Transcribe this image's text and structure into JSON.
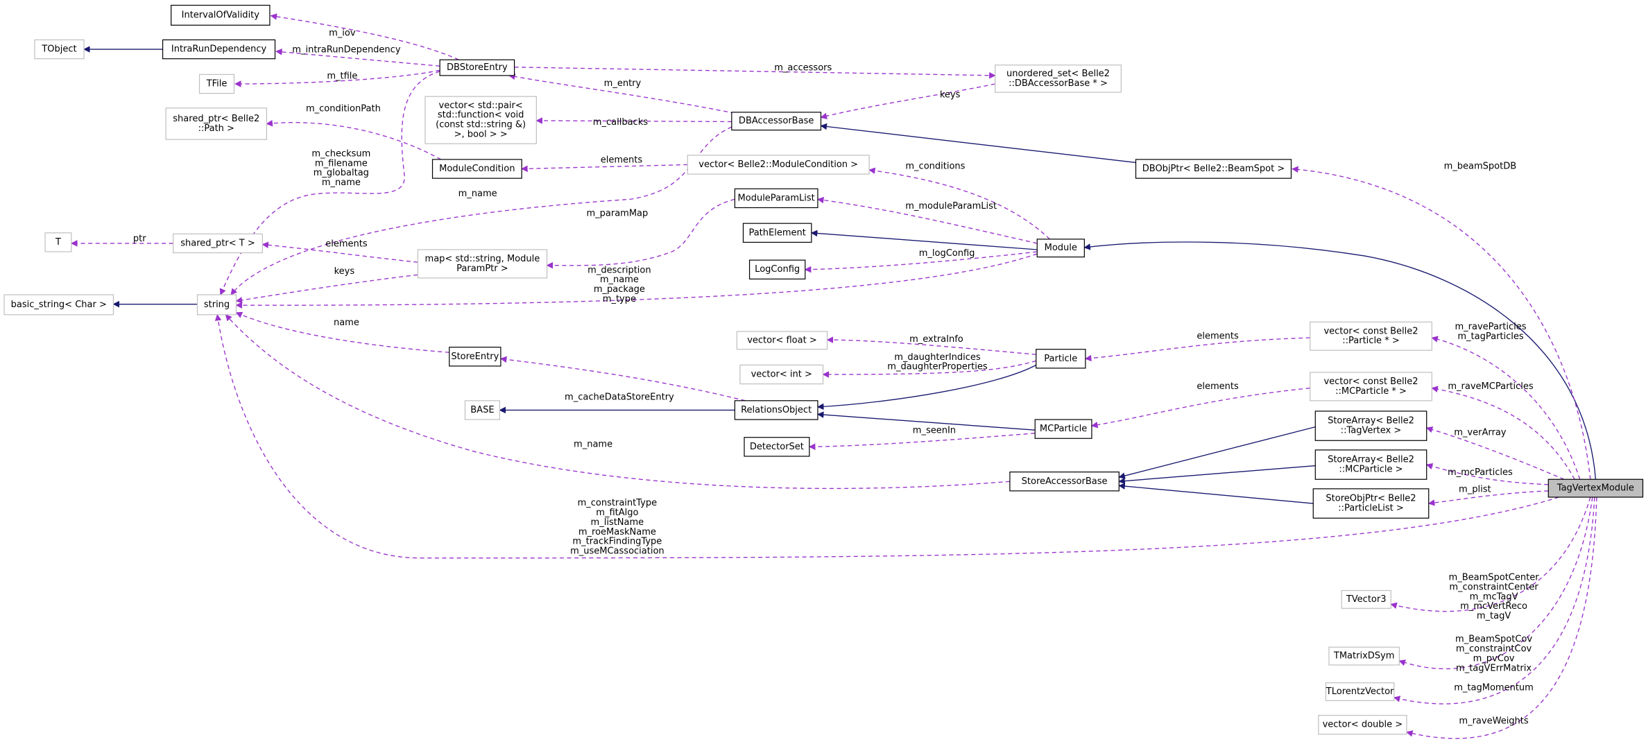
{
  "colors": {
    "usage_edge": "#9a32cd",
    "inheritance_edge": "#191970",
    "selected_fill": "#bfbfbf",
    "undocumented_border": "#bfbfbf"
  },
  "selected_node": "TagVertexModule",
  "nodes": [
    {
      "id": "IntervalOfValidity",
      "lines": [
        "IntervalOfValidity"
      ],
      "documented": true
    },
    {
      "id": "TObject",
      "lines": [
        "TObject"
      ],
      "documented": false
    },
    {
      "id": "IntraRunDependency",
      "lines": [
        "IntraRunDependency"
      ],
      "documented": true
    },
    {
      "id": "TFile",
      "lines": [
        "TFile"
      ],
      "documented": false
    },
    {
      "id": "DBStoreEntry",
      "lines": [
        "DBStoreEntry"
      ],
      "documented": true
    },
    {
      "id": "SharedPtrPath",
      "lines": [
        "shared_ptr< Belle2",
        "::Path >"
      ],
      "documented": false
    },
    {
      "id": "VectorPair",
      "lines": [
        "vector< std::pair<",
        " std::function< void",
        "(const std::string &)",
        ">, bool > >"
      ],
      "documented": false
    },
    {
      "id": "UnorderedSet",
      "lines": [
        "unordered_set< Belle2",
        "::DBAccessorBase * >"
      ],
      "documented": false
    },
    {
      "id": "DBAccessorBase",
      "lines": [
        "DBAccessorBase"
      ],
      "documented": true
    },
    {
      "id": "ModuleCondition",
      "lines": [
        "ModuleCondition"
      ],
      "documented": true
    },
    {
      "id": "VectorModuleCondition",
      "lines": [
        "vector< Belle2::ModuleCondition >"
      ],
      "documented": false
    },
    {
      "id": "DBObjPtrBeamSpot",
      "lines": [
        "DBObjPtr< Belle2::BeamSpot >"
      ],
      "documented": true
    },
    {
      "id": "ModuleParamList",
      "lines": [
        "ModuleParamList"
      ],
      "documented": true
    },
    {
      "id": "PathElement",
      "lines": [
        "PathElement"
      ],
      "documented": true
    },
    {
      "id": "T",
      "lines": [
        "T"
      ],
      "documented": false
    },
    {
      "id": "SharedPtrT",
      "lines": [
        "shared_ptr< T >"
      ],
      "documented": false
    },
    {
      "id": "MapModuleParam",
      "lines": [
        "map< std::string, Module",
        "ParamPtr >"
      ],
      "documented": false
    },
    {
      "id": "LogConfig",
      "lines": [
        "LogConfig"
      ],
      "documented": true
    },
    {
      "id": "Module",
      "lines": [
        "Module"
      ],
      "documented": true
    },
    {
      "id": "BasicString",
      "lines": [
        "basic_string< Char >"
      ],
      "documented": false
    },
    {
      "id": "String",
      "lines": [
        "string"
      ],
      "documented": false
    },
    {
      "id": "VectorFloat",
      "lines": [
        "vector< float >"
      ],
      "documented": false
    },
    {
      "id": "VectorInt",
      "lines": [
        "vector< int >"
      ],
      "documented": false
    },
    {
      "id": "Particle",
      "lines": [
        "Particle"
      ],
      "documented": true
    },
    {
      "id": "VectorConstParticle",
      "lines": [
        "vector< const Belle2",
        "::Particle * >"
      ],
      "documented": false
    },
    {
      "id": "StoreEntry",
      "lines": [
        "StoreEntry"
      ],
      "documented": true
    },
    {
      "id": "BASE",
      "lines": [
        "BASE"
      ],
      "documented": false
    },
    {
      "id": "RelationsObject",
      "lines": [
        "RelationsObject"
      ],
      "documented": true
    },
    {
      "id": "VectorConstMCParticle",
      "lines": [
        "vector< const Belle2",
        "::MCParticle * >"
      ],
      "documented": false
    },
    {
      "id": "MCParticle",
      "lines": [
        "MCParticle"
      ],
      "documented": true
    },
    {
      "id": "DetectorSet",
      "lines": [
        "DetectorSet"
      ],
      "documented": true
    },
    {
      "id": "StoreArrayTagVertex",
      "lines": [
        "StoreArray< Belle2",
        "::TagVertex >"
      ],
      "documented": true
    },
    {
      "id": "StoreArrayMCParticle",
      "lines": [
        "StoreArray< Belle2",
        "::MCParticle >"
      ],
      "documented": true
    },
    {
      "id": "StoreAccessorBase",
      "lines": [
        "StoreAccessorBase"
      ],
      "documented": true
    },
    {
      "id": "StoreObjPtrParticleList",
      "lines": [
        "StoreObjPtr< Belle2",
        "::ParticleList >"
      ],
      "documented": true
    },
    {
      "id": "TagVertexModule",
      "lines": [
        "TagVertexModule"
      ],
      "documented": true
    },
    {
      "id": "TVector3",
      "lines": [
        "TVector3"
      ],
      "documented": false
    },
    {
      "id": "TMatrixDSym",
      "lines": [
        "TMatrixDSym"
      ],
      "documented": false
    },
    {
      "id": "TLorentzVector",
      "lines": [
        "TLorentzVector"
      ],
      "documented": false
    },
    {
      "id": "VectorDouble",
      "lines": [
        "vector< double >"
      ],
      "documented": false
    }
  ],
  "edges": [
    {
      "from": "IntraRunDependency",
      "to": "TObject",
      "type": "inheritance",
      "labels": []
    },
    {
      "from": "String",
      "to": "BasicString",
      "type": "inheritance",
      "labels": []
    },
    {
      "from": "DBObjPtrBeamSpot",
      "to": "DBAccessorBase",
      "type": "inheritance",
      "labels": []
    },
    {
      "from": "Module",
      "to": "PathElement",
      "type": "inheritance",
      "labels": []
    },
    {
      "from": "TagVertexModule",
      "to": "Module",
      "type": "inheritance",
      "labels": []
    },
    {
      "from": "RelationsObject",
      "to": "BASE",
      "type": "inheritance",
      "labels": []
    },
    {
      "from": "Particle",
      "to": "RelationsObject",
      "type": "inheritance",
      "labels": []
    },
    {
      "from": "MCParticle",
      "to": "RelationsObject",
      "type": "inheritance",
      "labels": []
    },
    {
      "from": "StoreArrayTagVertex",
      "to": "StoreAccessorBase",
      "type": "inheritance",
      "labels": []
    },
    {
      "from": "StoreArrayMCParticle",
      "to": "StoreAccessorBase",
      "type": "inheritance",
      "labels": []
    },
    {
      "from": "StoreObjPtrParticleList",
      "to": "StoreAccessorBase",
      "type": "inheritance",
      "labels": []
    },
    {
      "from": "DBStoreEntry",
      "to": "IntervalOfValidity",
      "type": "usage",
      "labels": [
        "m_iov"
      ]
    },
    {
      "from": "DBStoreEntry",
      "to": "IntraRunDependency",
      "type": "usage",
      "labels": [
        "m_intraRunDependency"
      ]
    },
    {
      "from": "DBStoreEntry",
      "to": "TFile",
      "type": "usage",
      "labels": [
        "m_tfile"
      ]
    },
    {
      "from": "DBStoreEntry",
      "to": "UnorderedSet",
      "type": "usage",
      "labels": [
        "m_accessors"
      ]
    },
    {
      "from": "DBAccessorBase",
      "to": "DBStoreEntry",
      "type": "usage",
      "labels": [
        "m_entry"
      ]
    },
    {
      "from": "UnorderedSet",
      "to": "DBAccessorBase",
      "type": "usage",
      "labels": [
        "keys"
      ]
    },
    {
      "from": "DBAccessorBase",
      "to": "VectorPair",
      "type": "usage",
      "labels": [
        "m_callbacks"
      ]
    },
    {
      "from": "ModuleCondition",
      "to": "SharedPtrPath",
      "type": "usage",
      "labels": [
        "m_conditionPath"
      ]
    },
    {
      "from": "DBStoreEntry",
      "to": "String",
      "type": "usage",
      "labels": [
        "m_checksum",
        "m_filename",
        "m_globaltag",
        "m_name"
      ]
    },
    {
      "from": "VectorModuleCondition",
      "to": "ModuleCondition",
      "type": "usage",
      "labels": [
        "elements"
      ]
    },
    {
      "from": "DBAccessorBase",
      "to": "String",
      "type": "usage",
      "labels": [
        "m_name"
      ]
    },
    {
      "from": "Module",
      "to": "VectorModuleCondition",
      "type": "usage",
      "labels": [
        "m_conditions"
      ]
    },
    {
      "from": "Module",
      "to": "ModuleParamList",
      "type": "usage",
      "labels": [
        "m_moduleParamList"
      ]
    },
    {
      "from": "ModuleParamList",
      "to": "MapModuleParam",
      "type": "usage",
      "labels": [
        "m_paramMap"
      ]
    },
    {
      "from": "Module",
      "to": "LogConfig",
      "type": "usage",
      "labels": [
        "m_logConfig"
      ]
    },
    {
      "from": "Module",
      "to": "String",
      "type": "usage",
      "labels": [
        "m_description",
        "m_name",
        "m_package",
        "m_type"
      ]
    },
    {
      "from": "SharedPtrT",
      "to": "T",
      "type": "usage",
      "labels": [
        "ptr"
      ]
    },
    {
      "from": "MapModuleParam",
      "to": "SharedPtrT",
      "type": "usage",
      "labels": [
        "elements"
      ]
    },
    {
      "from": "MapModuleParam",
      "to": "String",
      "type": "usage",
      "labels": [
        "keys"
      ]
    },
    {
      "from": "StoreEntry",
      "to": "String",
      "type": "usage",
      "labels": [
        "name"
      ]
    },
    {
      "from": "Particle",
      "to": "VectorFloat",
      "type": "usage",
      "labels": [
        "m_extraInfo"
      ]
    },
    {
      "from": "Particle",
      "to": "VectorInt",
      "type": "usage",
      "labels": [
        "m_daughterIndices",
        "m_daughterProperties"
      ]
    },
    {
      "from": "VectorConstParticle",
      "to": "Particle",
      "type": "usage",
      "labels": [
        "elements"
      ]
    },
    {
      "from": "RelationsObject",
      "to": "StoreEntry",
      "type": "usage",
      "labels": [
        "m_cacheDataStoreEntry"
      ]
    },
    {
      "from": "VectorConstMCParticle",
      "to": "MCParticle",
      "type": "usage",
      "labels": [
        "elements"
      ]
    },
    {
      "from": "MCParticle",
      "to": "DetectorSet",
      "type": "usage",
      "labels": [
        "m_seenIn"
      ]
    },
    {
      "from": "StoreAccessorBase",
      "to": "String",
      "type": "usage",
      "labels": [
        "m_name"
      ]
    },
    {
      "from": "TagVertexModule",
      "to": "DBObjPtrBeamSpot",
      "type": "usage",
      "labels": [
        "m_beamSpotDB"
      ]
    },
    {
      "from": "TagVertexModule",
      "to": "VectorConstParticle",
      "type": "usage",
      "labels": [
        "m_raveParticles",
        "m_tagParticles"
      ]
    },
    {
      "from": "TagVertexModule",
      "to": "VectorConstMCParticle",
      "type": "usage",
      "labels": [
        "m_raveMCParticles"
      ]
    },
    {
      "from": "TagVertexModule",
      "to": "StoreArrayTagVertex",
      "type": "usage",
      "labels": [
        "m_verArray"
      ]
    },
    {
      "from": "TagVertexModule",
      "to": "StoreArrayMCParticle",
      "type": "usage",
      "labels": [
        "m_mcParticles"
      ]
    },
    {
      "from": "TagVertexModule",
      "to": "StoreObjPtrParticleList",
      "type": "usage",
      "labels": [
        "m_plist"
      ]
    },
    {
      "from": "TagVertexModule",
      "to": "String",
      "type": "usage",
      "labels": [
        "m_constraintType",
        "m_fitAlgo",
        "m_listName",
        "m_roeMaskName",
        "m_trackFindingType",
        "m_useMCassociation"
      ]
    },
    {
      "from": "TagVertexModule",
      "to": "TVector3",
      "type": "usage",
      "labels": [
        "m_BeamSpotCenter",
        "m_constraintCenter",
        "m_mcTagV",
        "m_mcVertReco",
        "m_tagV"
      ]
    },
    {
      "from": "TagVertexModule",
      "to": "TMatrixDSym",
      "type": "usage",
      "labels": [
        "m_BeamSpotCov",
        "m_constraintCov",
        "m_pvCov",
        "m_tagVErrMatrix"
      ]
    },
    {
      "from": "TagVertexModule",
      "to": "TLorentzVector",
      "type": "usage",
      "labels": [
        "m_tagMomentum"
      ]
    },
    {
      "from": "TagVertexModule",
      "to": "VectorDouble",
      "type": "usage",
      "labels": [
        "m_raveWeights"
      ]
    }
  ]
}
